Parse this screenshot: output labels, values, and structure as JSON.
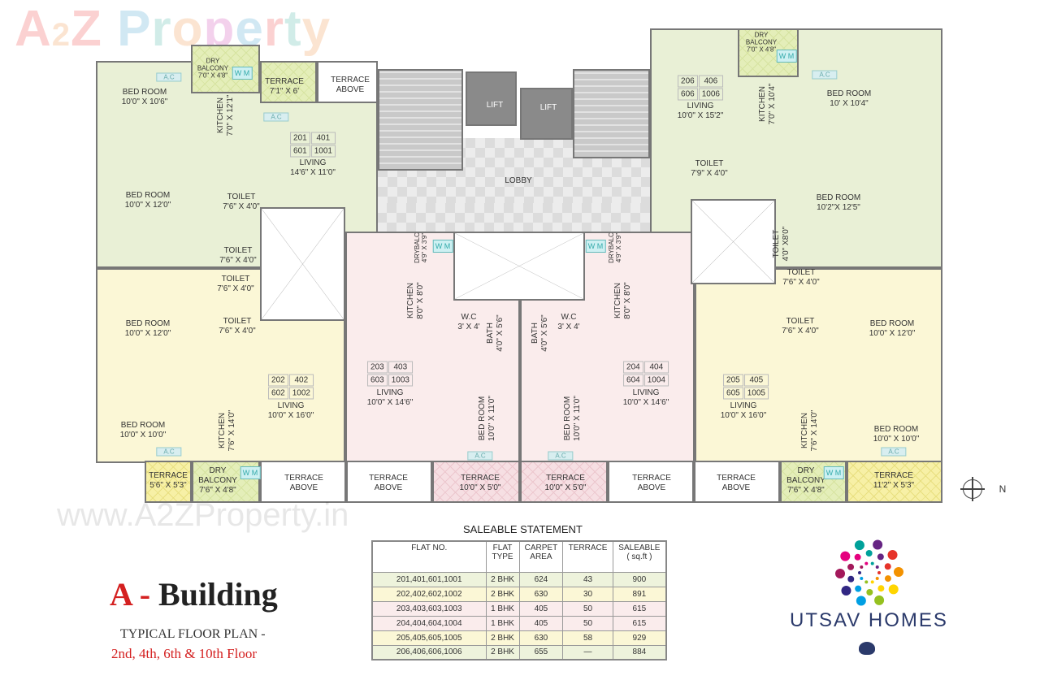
{
  "watermark": {
    "brand": "A2Z Property",
    "url": "www.A2ZProperty.in"
  },
  "core": {
    "lift": "LIFT",
    "lobby": "LOBBY"
  },
  "ac": "A.C",
  "wm": "W M",
  "flat201": {
    "nums": [
      "201",
      "401",
      "601",
      "1001"
    ],
    "dry_balcony": "DRY\nBALCONY\n7'0\" X 4'8\"",
    "terrace": "TERRACE\n7'1\" X 6'",
    "terrace_above": "TERRACE\nABOVE",
    "bed1": "BED ROOM\n10'0\" X 10'6\"",
    "kitchen": "KITCHEN\n7'0\" X 12'1\"",
    "living": "LIVING\n14'6\" X 11'0\"",
    "bed2": "BED ROOM\n10'0\" X 12'0\"",
    "toilet1": "TOILET\n7'6\" X 4'0\"",
    "toilet2": "TOILET\n7'6\" X 4'0\""
  },
  "flat202": {
    "nums": [
      "202",
      "402",
      "602",
      "1002"
    ],
    "toilet1": "TOILET\n7'6\" X 4'0\"",
    "toilet2": "TOILET\n7'6\" X 4'0\"",
    "bed1": "BED ROOM\n10'0\" X 12'0\"",
    "living": "LIVING\n10'0\" X 16'0\"",
    "bed2": "BED ROOM\n10'0\" X 10'0\"",
    "kitchen": "KITCHEN\n7'6\" X 14'0\"",
    "terrace": "TERRACE\n5'6\" X 5'3\"",
    "dry_balcony": "DRY\nBALCONY\n7'6\" X 4'8\"",
    "terrace_above": "TERRACE\nABOVE"
  },
  "flat203": {
    "nums": [
      "203",
      "403",
      "603",
      "1003"
    ],
    "drybalc": "DRYBALC\n4'9\" X 3'9\"",
    "kitchen": "KITCHEN\n8'0\" X 8'0\"",
    "wc": "W.C\n3' X 4'",
    "bath": "BATH\n4'0\" X 5'6\"",
    "living": "LIVING\n10'0\" X 14'6\"",
    "bed": "BED ROOM\n10'0\" X 11'0\"",
    "terrace_above": "TERRACE\nABOVE",
    "terrace": "TERRACE\n10'0\" X 5'0\""
  },
  "flat204": {
    "nums": [
      "204",
      "404",
      "604",
      "1004"
    ],
    "drybalc": "DRYBALC\n4'9\" X 3'9\"",
    "kitchen": "KITCHEN\n8'0\" X 8'0\"",
    "wc": "W.C\n3' X 4'",
    "bath": "BATH\n4'0\" X 5'6\"",
    "living": "LIVING\n10'0\" X 14'6\"",
    "bed": "BED ROOM\n10'0\" X 11'0\"",
    "terrace_above": "TERRACE\nABOVE",
    "terrace": "TERRACE\n10'0\" X 5'0\""
  },
  "flat205": {
    "nums": [
      "205",
      "405",
      "605",
      "1005"
    ],
    "toilet1": "TOILET\n7'6\" X 4'0\"",
    "toilet2": "TOILET\n7'6\" X 4'0\"",
    "bed1": "BED ROOM\n10'0\" X 12'0\"",
    "living": "LIVING\n10'0\" X 16'0\"",
    "kitchen": "KITCHEN\n7'6\" X 14'0\"",
    "bed2": "BED ROOM\n10'0\" X 10'0\"",
    "terrace_above": "TERRACE\nABOVE",
    "dry_balcony": "DRY\nBALCONY\n7'6\" X 4'8\"",
    "terrace": "TERRACE\n11'2\" X 5'3\""
  },
  "flat206": {
    "nums": [
      "206",
      "406",
      "606",
      "1006"
    ],
    "living": "LIVING\n10'0\" X 15'2\"",
    "dry_balcony": "DRY\nBALCONY\n7'0\" X 4'8\"",
    "kitchen": "KITCHEN\n7'0\" X 10'4\"",
    "bed1": "BED ROOM\n10' X 10'4\"",
    "toilet1": "TOILET\n7'9\" X 4'0\"",
    "bed2": "BED ROOM\n10'2\"X 12'5\"",
    "toilet2": "TOILET\n4'0\" X8'0\""
  },
  "compass": "N",
  "title": {
    "letter": "A",
    "dash": "-",
    "name": "Building",
    "subtitle": "TYPICAL FLOOR PLAN -",
    "floors": "2nd, 4th, 6th & 10th Floor"
  },
  "statement": {
    "title": "SALEABLE STATEMENT",
    "headers": [
      "FLAT NO.",
      "FLAT\nTYPE",
      "CARPET\nAREA",
      "TERRACE",
      "SALEABLE\n( sq.ft )"
    ],
    "rows": [
      [
        "201,401,601,1001",
        "2 BHK",
        "624",
        "43",
        "900"
      ],
      [
        "202,402,602,1002",
        "2 BHK",
        "630",
        "30",
        "891"
      ],
      [
        "203,403,603,1003",
        "1 BHK",
        "405",
        "50",
        "615"
      ],
      [
        "204,404,604,1004",
        "1 BHK",
        "405",
        "50",
        "615"
      ],
      [
        "205,405,605,1005",
        "2 BHK",
        "630",
        "58",
        "929"
      ],
      [
        "206,406,606,1006",
        "2 BHK",
        "655",
        "—",
        "884"
      ]
    ],
    "row_colors": [
      "#eef3dc",
      "#fbf7d6",
      "#faecec",
      "#faecec",
      "#fbf7d6",
      "#eef3dc"
    ]
  },
  "brand": {
    "name": "UTSAV HOMES"
  }
}
